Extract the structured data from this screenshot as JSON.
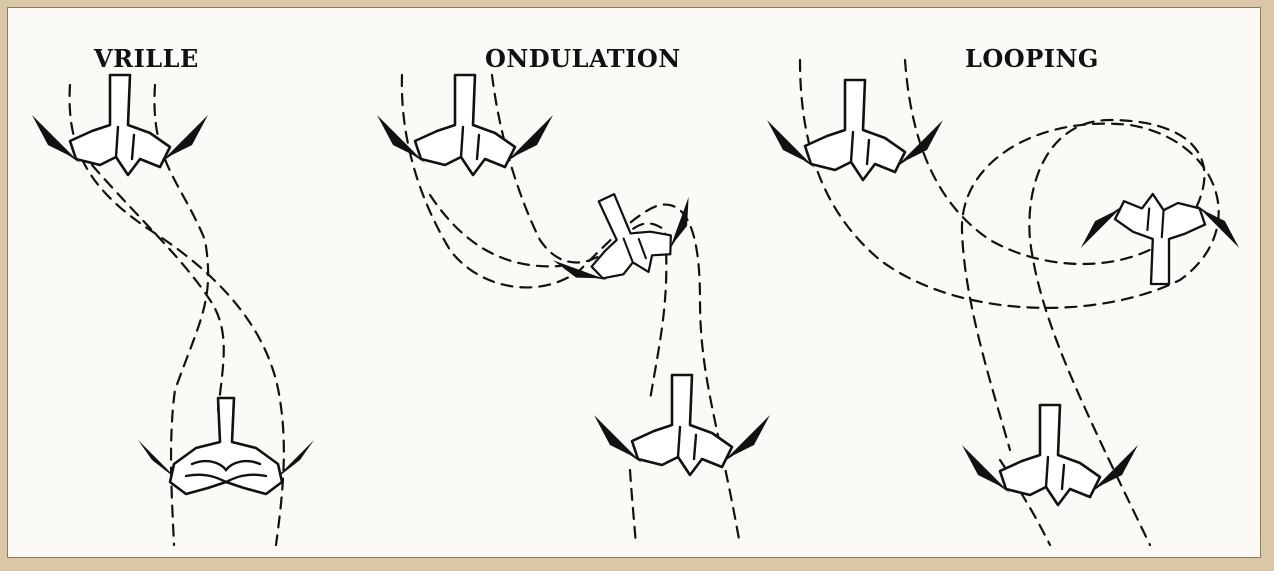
{
  "panels": [
    {
      "title": "VRILLE"
    },
    {
      "title": "ONDULATION"
    },
    {
      "title": "LOOPING"
    }
  ],
  "colors": {
    "frame_background": "#d9c7a6",
    "panel_background": "#fbfaf7",
    "ink": "#111111"
  }
}
